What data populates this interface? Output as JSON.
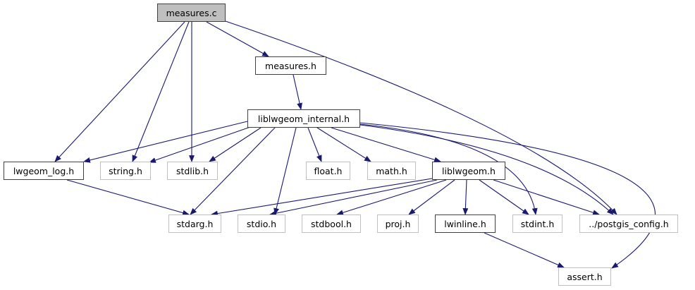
{
  "colors": {
    "edge": "#191970",
    "root_fill": "#bfbfbf",
    "node_border": "#404040",
    "ext_border": "#bfbfbf"
  },
  "nodes": {
    "measures_c": "measures.c",
    "measures_h": "measures.h",
    "liblwgeom_internal_h": "liblwgeom_internal.h",
    "lwgeom_log_h": "lwgeom_log.h",
    "string_h": "string.h",
    "stdlib_h": "stdlib.h",
    "float_h": "float.h",
    "math_h": "math.h",
    "liblwgeom_h": "liblwgeom.h",
    "stdarg_h": "stdarg.h",
    "stdio_h": "stdio.h",
    "stdbool_h": "stdbool.h",
    "proj_h": "proj.h",
    "lwinline_h": "lwinline.h",
    "stdint_h": "stdint.h",
    "postgis_config_h": "../postgis_config.h",
    "assert_h": "assert.h"
  },
  "edges": [
    [
      "measures_c",
      "measures_h"
    ],
    [
      "measures_c",
      "lwgeom_log_h"
    ],
    [
      "measures_c",
      "string_h"
    ],
    [
      "measures_c",
      "stdlib_h"
    ],
    [
      "measures_c",
      "postgis_config_h"
    ],
    [
      "measures_h",
      "liblwgeom_internal_h"
    ],
    [
      "liblwgeom_internal_h",
      "lwgeom_log_h"
    ],
    [
      "liblwgeom_internal_h",
      "string_h"
    ],
    [
      "liblwgeom_internal_h",
      "stdlib_h"
    ],
    [
      "liblwgeom_internal_h",
      "float_h"
    ],
    [
      "liblwgeom_internal_h",
      "math_h"
    ],
    [
      "liblwgeom_internal_h",
      "liblwgeom_h"
    ],
    [
      "liblwgeom_internal_h",
      "stdarg_h"
    ],
    [
      "liblwgeom_internal_h",
      "stdio_h"
    ],
    [
      "liblwgeom_internal_h",
      "stdint_h"
    ],
    [
      "liblwgeom_internal_h",
      "postgis_config_h"
    ],
    [
      "liblwgeom_internal_h",
      "assert_h"
    ],
    [
      "lwgeom_log_h",
      "stdarg_h"
    ],
    [
      "liblwgeom_h",
      "stdarg_h"
    ],
    [
      "liblwgeom_h",
      "stdio_h"
    ],
    [
      "liblwgeom_h",
      "stdbool_h"
    ],
    [
      "liblwgeom_h",
      "proj_h"
    ],
    [
      "liblwgeom_h",
      "lwinline_h"
    ],
    [
      "liblwgeom_h",
      "stdint_h"
    ],
    [
      "liblwgeom_h",
      "postgis_config_h"
    ],
    [
      "lwinline_h",
      "assert_h"
    ]
  ]
}
